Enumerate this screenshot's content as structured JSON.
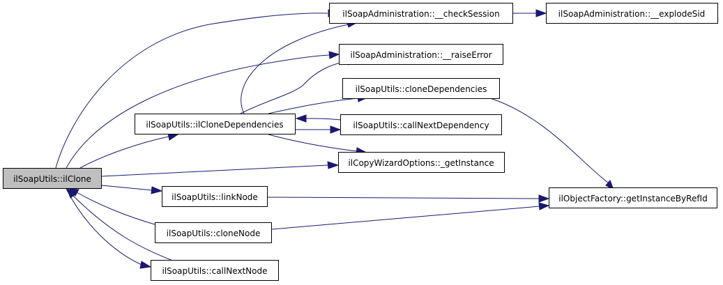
{
  "colors": {
    "node_fill": "#ffffff",
    "root_fill": "#bfbfbf",
    "edge": "#191970",
    "border": "#000000"
  },
  "nodes": {
    "ilclone": "ilSoapUtils::ilClone",
    "ilclonedependencies": "ilSoapUtils::ilCloneDependencies",
    "linknode": "ilSoapUtils::linkNode",
    "clonenode": "ilSoapUtils::cloneNode",
    "callnextnode": "ilSoapUtils::callNextNode",
    "checksession": "ilSoapAdministration::__checkSession",
    "raiseerror": "ilSoapAdministration::__raiseError",
    "clonedependencies": "ilSoapUtils::cloneDependencies",
    "callnextdependency": "ilSoapUtils::callNextDependency",
    "getinstance": "ilCopyWizardOptions::_getInstance",
    "explodesid": "ilSoapAdministration::__explodeSid",
    "getinstancebyrefid": "ilObjectFactory::getInstanceByRefId"
  }
}
